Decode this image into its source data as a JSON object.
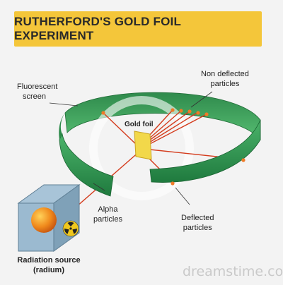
{
  "title": "RUTHERFORD'S GOLD FOIL EXPERIMENT",
  "labels": {
    "fluorescent_screen": [
      "Fluorescent",
      "screen"
    ],
    "non_deflected": [
      "Non deflected",
      "particles"
    ],
    "gold_foil": "Gold foil",
    "alpha": [
      "Alpha",
      "particles"
    ],
    "deflected": [
      "Deflected",
      "particles"
    ],
    "source": [
      "Radiation source",
      "(radium)"
    ]
  },
  "watermark": "dreamstime.com",
  "colors": {
    "banner": "#f4c63a",
    "ring": "#2f9c55",
    "ray": "#d43b1c",
    "gold": "#f2d84a",
    "box": "#8fb0c8"
  }
}
